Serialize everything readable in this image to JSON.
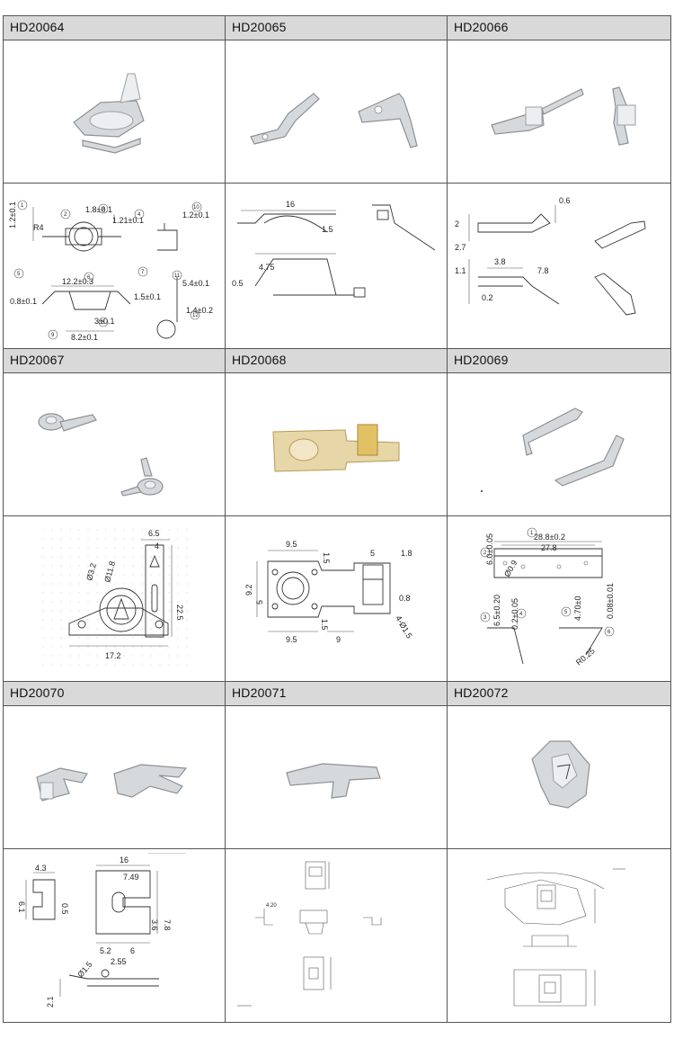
{
  "products": [
    {
      "code": "HD20064",
      "dims": [
        "1.2±0.1",
        "1.8±0.1",
        "1.21±0.1",
        "1.2±0.1",
        "R4",
        "12.2±0.3",
        "0.8±0.1",
        "1.5±0.1",
        "5.4±0.1",
        "3±0.1",
        "8.2±0.1",
        "1.4±0.2"
      ],
      "callouts": [
        "1",
        "2",
        "3",
        "4",
        "5",
        "6",
        "7",
        "8",
        "9",
        "10",
        "11",
        "12"
      ]
    },
    {
      "code": "HD20065",
      "dims": [
        "16",
        "0.5",
        "1.5",
        "4.75"
      ]
    },
    {
      "code": "HD20066",
      "dims": [
        "0.6",
        "2",
        "2.7",
        "1.1",
        "3.8",
        "7.8",
        "0.2"
      ]
    },
    {
      "code": "HD20067",
      "dims": [
        "6.5",
        "4",
        "Ø3.2",
        "Ø11.8",
        "22.5",
        "17.2"
      ]
    },
    {
      "code": "HD20068",
      "dims": [
        "9.5",
        "1.5",
        "5",
        "1.8",
        "9.2",
        "5",
        "0.8",
        "9.5",
        "1.5",
        "9",
        "4-Ø1.5"
      ]
    },
    {
      "code": "HD20069",
      "dims": [
        "28.8±0.2",
        "27.8",
        "6.0±0.05",
        "Ø0.9",
        "6.5±0.20",
        "0.2±0.05",
        "4.70±0",
        "0.08±0.01",
        "R0.25"
      ],
      "callouts": [
        "1",
        "2",
        "3",
        "4",
        "5",
        "6"
      ]
    },
    {
      "code": "HD20070",
      "dims": [
        "4.3",
        "6.1",
        "0.5",
        "16",
        "7.49",
        "3.6",
        "7.8",
        "5.2",
        "6",
        "Ø1.5",
        "2.55",
        "2.1"
      ]
    },
    {
      "code": "HD20071",
      "dims": [
        "4.20"
      ]
    },
    {
      "code": "HD20072",
      "dims": []
    }
  ]
}
